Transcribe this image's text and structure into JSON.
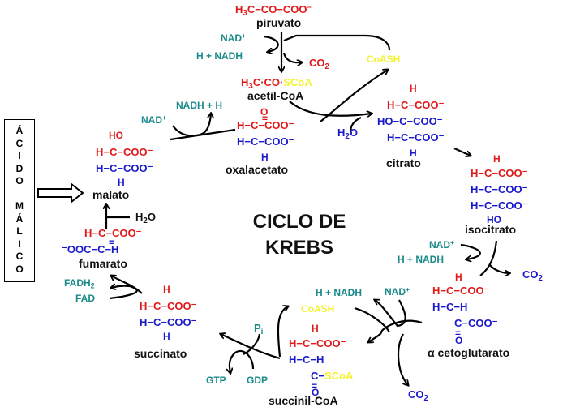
{
  "title": {
    "line1": "CICLO DE",
    "line2": "KREBS"
  },
  "side_label": {
    "letters": [
      "Á",
      "C",
      "I",
      "D",
      "O",
      "",
      "M",
      "Á",
      "L",
      "I",
      "C",
      "O"
    ],
    "text": "ÁCIDO MÁLICO"
  },
  "colors": {
    "red": "#e01a1a",
    "blue": "#1a1acc",
    "teal": "#1a8a8a",
    "yellow": "#f2f230",
    "black": "#111111"
  },
  "compounds": {
    "piruvato": {
      "formula": "H3C−CO−COO⁻",
      "name": "piruvato"
    },
    "acetil_coa": {
      "formula_a": "H3C·CO·",
      "formula_b": "SCoA",
      "name": "acetil-CoA"
    },
    "oxalacetato": {
      "top": "O",
      "row1": "H−C−COO⁻",
      "row2": "H−C−COO⁻",
      "bottom": "H",
      "name": "oxalacetato"
    },
    "citrato": {
      "top": "H",
      "row1": "H−C−COO⁻",
      "row2": "HO−C−COO⁻",
      "row3": "H−C−COO⁻",
      "bottom": "H",
      "name": "citrato"
    },
    "isocitrato": {
      "top": "H",
      "row1": "H−C−COO⁻",
      "row2": "H−C−COO⁻",
      "row3": "H−C−COO⁻",
      "bottom": "HO",
      "name": "isocitrato"
    },
    "cetoglutarato": {
      "top": "H",
      "row1": "H−C−COO⁻",
      "row2": "H−C−H",
      "row3": "C−COO⁻",
      "bottom": "O",
      "name": "α cetoglutarato"
    },
    "succinil_coa": {
      "top": "H",
      "row1": "H−C−COO⁻",
      "row2": "H−C−H",
      "row3a": "C−",
      "row3b": "SCoA",
      "bottom": "O",
      "name": "succinil-CoA"
    },
    "succinato": {
      "top": "H",
      "row1": "H−C−COO⁻",
      "row2": "H−C−COO⁻",
      "bottom": "H",
      "name": "succinato"
    },
    "fumarato": {
      "row1": "H−C−COO⁻",
      "row2": "⁻OOC−C−H",
      "name": "fumarato"
    },
    "malato": {
      "top": "HO",
      "row1": "H−C−COO⁻",
      "row2": "H−C−COO⁻",
      "bottom": "H",
      "name": "malato"
    }
  },
  "cofactors": {
    "nad_1": "NAD",
    "nadh_1": "H + NADH",
    "co2_1": "CO",
    "coash_1": "CoASH",
    "h2o_1": "H",
    "nad_2": "NAD",
    "nadh_2": "H + NADH",
    "co2_2": "CO",
    "nadh_3": "H + NADH",
    "nad_3": "NAD",
    "coash_2": "CoASH",
    "co2_3": "CO",
    "pi": "P",
    "gtp": "GTP",
    "gdp": "GDP",
    "fadh2": "FADH",
    "fad": "FAD",
    "h2o_2": "H",
    "nad_4": "NAD",
    "nadh_4": "NADH + H"
  }
}
